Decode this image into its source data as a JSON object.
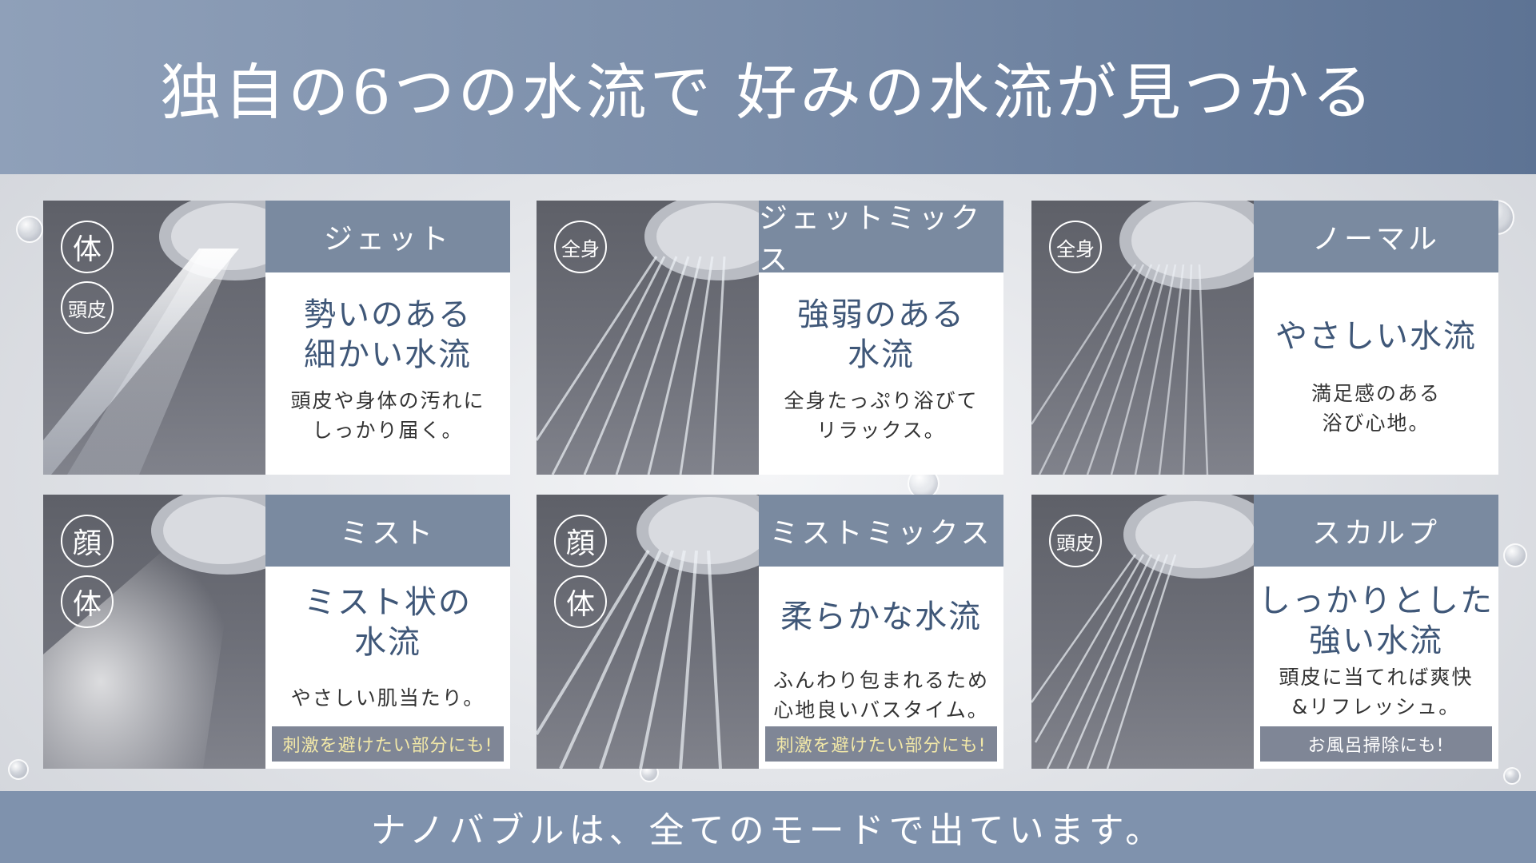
{
  "header": {
    "title": "独自の6つの水流で 好みの水流が見つかる"
  },
  "footer": {
    "text": "ナノバブルは、全てのモードで出ています。"
  },
  "cards": [
    {
      "title": "ジェット",
      "badges": [
        "体",
        "頭皮"
      ],
      "headline": "勢いのある\n細かい水流",
      "desc": "頭皮や身体の汚れに\nしっかり届く。",
      "tag": ""
    },
    {
      "title": "ジェットミックス",
      "badges": [
        "全身"
      ],
      "headline": "強弱のある\n水流",
      "desc": "全身たっぷり浴びて\nリラックス。",
      "tag": ""
    },
    {
      "title": "ノーマル",
      "badges": [
        "全身"
      ],
      "headline": "やさしい水流",
      "desc": "満足感のある\n浴び心地。",
      "tag": ""
    },
    {
      "title": "ミスト",
      "badges": [
        "顔",
        "体"
      ],
      "headline": "ミスト状の\n水流",
      "desc": "やさしい肌当たり。",
      "tag": "刺激を避けたい部分にも!"
    },
    {
      "title": "ミストミックス",
      "badges": [
        "顔",
        "体"
      ],
      "headline": "柔らかな水流",
      "desc": "ふんわり包まれるため\n心地良いバスタイム。",
      "tag": "刺激を避けたい部分にも!"
    },
    {
      "title": "スカルプ",
      "badges": [
        "頭皮"
      ],
      "headline": "しっかりとした\n強い水流",
      "desc": "頭皮に当てれば爽快\n&リフレッシュ。",
      "tag": "お風呂掃除にも!"
    }
  ],
  "colors": {
    "header_from": "#8fa0b9",
    "header_to": "#5d7394",
    "card_title_bg": "#7a8aa0",
    "headline_text": "#3f5778",
    "tag_bg": "#7f8696",
    "tag_text_yellow": "#f2e8a8"
  },
  "icons": [
    "shower-head-spray-image"
  ]
}
